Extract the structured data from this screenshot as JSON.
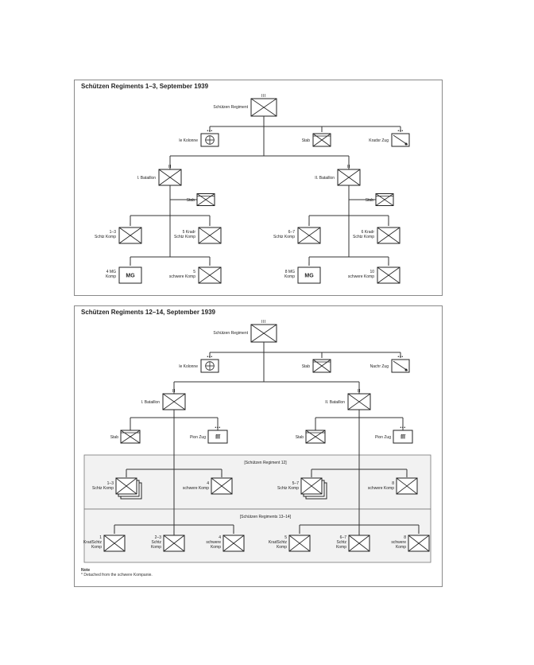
{
  "panel1": {
    "title": "Schützen Regiments 1–3, September 1939",
    "regiment": {
      "label": "Schützen Regiment",
      "echelon": "III"
    },
    "support": [
      {
        "label": "le Kolonne",
        "echelon": "•••",
        "symbol": "transport"
      },
      {
        "label": "Stab",
        "echelon": "",
        "symbol": "staff"
      },
      {
        "label": "Kradsr Zug",
        "echelon": "•••",
        "symbol": "motorcycle"
      }
    ],
    "battalions": [
      {
        "label": "I. Bataillon",
        "echelon": "II",
        "staff": {
          "label": "Stab",
          "echelon": ""
        },
        "companies": [
          {
            "label": "1–3\nSchtz Komp",
            "echelon": "I",
            "symbol": "infantry"
          },
          {
            "label": "5 Kradr\nSchtz Komp",
            "echelon": "I",
            "symbol": "infantry"
          },
          {
            "label": "4 MG\nKomp",
            "echelon": "I",
            "symbol": "mg",
            "text": "MG"
          },
          {
            "label": "5\nschwere Komp",
            "echelon": "I",
            "symbol": "infantry"
          }
        ]
      },
      {
        "label": "II. Bataillon",
        "echelon": "II",
        "staff": {
          "label": "Stab",
          "echelon": ""
        },
        "companies": [
          {
            "label": "6–7\nSchtz Komp",
            "echelon": "I",
            "symbol": "infantry"
          },
          {
            "label": "6 Kradr\nSchtz Komp",
            "echelon": "I",
            "symbol": "infantry"
          },
          {
            "label": "8 MG\nKomp",
            "echelon": "I",
            "symbol": "mg",
            "text": "MG"
          },
          {
            "label": "10\nschwere Komp",
            "echelon": "I",
            "symbol": "infantry"
          }
        ]
      }
    ]
  },
  "panel2": {
    "title": "Schützen Regiments 12–14, September 1939",
    "regiment": {
      "label": "Schützen Regiment",
      "echelon": "III"
    },
    "support": [
      {
        "label": "le Kolonne",
        "echelon": "•••",
        "symbol": "transport"
      },
      {
        "label": "Stab",
        "echelon": "",
        "symbol": "staff"
      },
      {
        "label": "Nachr Zug",
        "echelon": "•••",
        "symbol": "signal"
      }
    ],
    "battalions": [
      {
        "label": "I. Bataillon",
        "echelon": "II",
        "staff": {
          "label": "Stab",
          "echelon": ""
        },
        "pioneer": {
          "label": "Pion Zug",
          "echelon": "•••",
          "text": "ſſſ"
        },
        "regiment12": [
          {
            "label": "1–3\nSchtz Komp",
            "echelon": "I"
          },
          {
            "label": "4\nschwere Komp",
            "echelon": "I"
          }
        ],
        "regiments13_14": [
          {
            "label": "1\nKradSchtz\nKomp",
            "echelon": "I"
          },
          {
            "label": "2–3\nSchtz\nKomp",
            "echelon": "I"
          },
          {
            "label": "4\nschwere\nKomp",
            "echelon": "I"
          }
        ]
      },
      {
        "label": "II. Bataillon",
        "echelon": "II",
        "staff": {
          "label": "Stab",
          "echelon": ""
        },
        "pioneer": {
          "label": "Pion Zug",
          "echelon": "•••",
          "text": "ſſſ"
        },
        "regiment12": [
          {
            "label": "5–7\nSchtz Komp",
            "echelon": "I"
          },
          {
            "label": "8\nschwere Komp",
            "echelon": "I"
          }
        ],
        "regiments13_14": [
          {
            "label": "5\nKradSchtz\nKomp",
            "echelon": "I"
          },
          {
            "label": "6–7\nSchtz\nKomp",
            "echelon": "I"
          },
          {
            "label": "8\nschwere\nKomp",
            "echelon": "I"
          }
        ]
      }
    ],
    "section_labels": {
      "regiment12": "[Schützen Regiment 12]",
      "regiments13_14": "[Schützen Regiments 13–14]"
    }
  },
  "note": {
    "heading": "Note",
    "text": "* Detached from the schwere Kompanie."
  }
}
